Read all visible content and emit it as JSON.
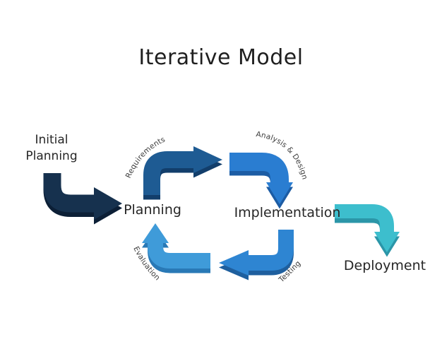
{
  "title": "Iterative Model",
  "nodes": {
    "initial_planning": {
      "line1": "Initial",
      "line2": "Planning"
    },
    "planning": "Planning",
    "implementation": "Implementation",
    "deployment": "Deployment"
  },
  "stages": {
    "requirements": "Requirements",
    "analysis_design": "Analysis & Design",
    "testing": "Testing",
    "evaluation": "Evaluation"
  },
  "colors": {
    "initial": "#16314e",
    "initial_shade": "#0c1f36",
    "requirements": "#1e5b93",
    "requirements_shade": "#123e6b",
    "analysis": "#2a7dd1",
    "analysis_shade": "#1c5ca4",
    "testing": "#2e85d2",
    "testing_shade": "#1e5f9e",
    "evaluation": "#3f9bd9",
    "evaluation_shade": "#2979b6",
    "deployment": "#3dbecd",
    "deployment_shade": "#2b96a8",
    "title_text": "#1f1f1f",
    "label_text": "#262626",
    "stage_text": "#3c3c3c"
  }
}
